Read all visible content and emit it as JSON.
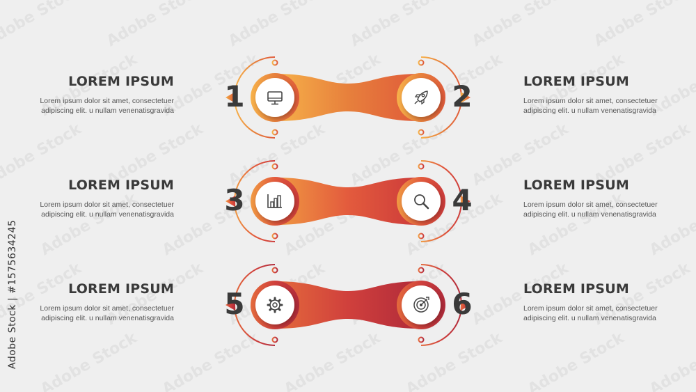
{
  "colors": {
    "background": "#efefef",
    "row1": [
      "#f7b24a",
      "#e7803c",
      "#e05a3a"
    ],
    "row2": [
      "#f09a42",
      "#e35b3d",
      "#cc3a3a"
    ],
    "row3": [
      "#e46a3c",
      "#d0403c",
      "#b02a3a"
    ],
    "text_dark": "#3a3a3a",
    "text_body": "#555555"
  },
  "steps": [
    {
      "number": "1",
      "title": "LOREM IPSUM",
      "desc_line1": "Lorem ipsum dolor sit amet, consectetuer",
      "desc_line2": "adipiscing elit. u nullam venenatisgravida",
      "icon": "monitor-icon"
    },
    {
      "number": "2",
      "title": "LOREM IPSUM",
      "desc_line1": "Lorem ipsum dolor sit amet, consectetuer",
      "desc_line2": "adipiscing elit. u nullam venenatisgravida",
      "icon": "rocket-icon"
    },
    {
      "number": "3",
      "title": "LOREM IPSUM",
      "desc_line1": "Lorem ipsum dolor sit amet, consectetuer",
      "desc_line2": "adipiscing elit. u nullam venenatisgravida",
      "icon": "bar-chart-icon"
    },
    {
      "number": "4",
      "title": "LOREM IPSUM",
      "desc_line1": "Lorem ipsum dolor sit amet, consectetuer",
      "desc_line2": "adipiscing elit. u nullam venenatisgravida",
      "icon": "search-icon"
    },
    {
      "number": "5",
      "title": "LOREM IPSUM",
      "desc_line1": "Lorem ipsum dolor sit amet, consectetuer",
      "desc_line2": "adipiscing elit. u nullam venenatisgravida",
      "icon": "gear-icon"
    },
    {
      "number": "6",
      "title": "LOREM IPSUM",
      "desc_line1": "Lorem ipsum dolor sit amet, consectetuer",
      "desc_line2": "adipiscing elit. u nullam venenatisgravida",
      "icon": "target-icon"
    }
  ],
  "credit": "Adobe Stock | #1575634245",
  "watermark": "Adobe Stock"
}
